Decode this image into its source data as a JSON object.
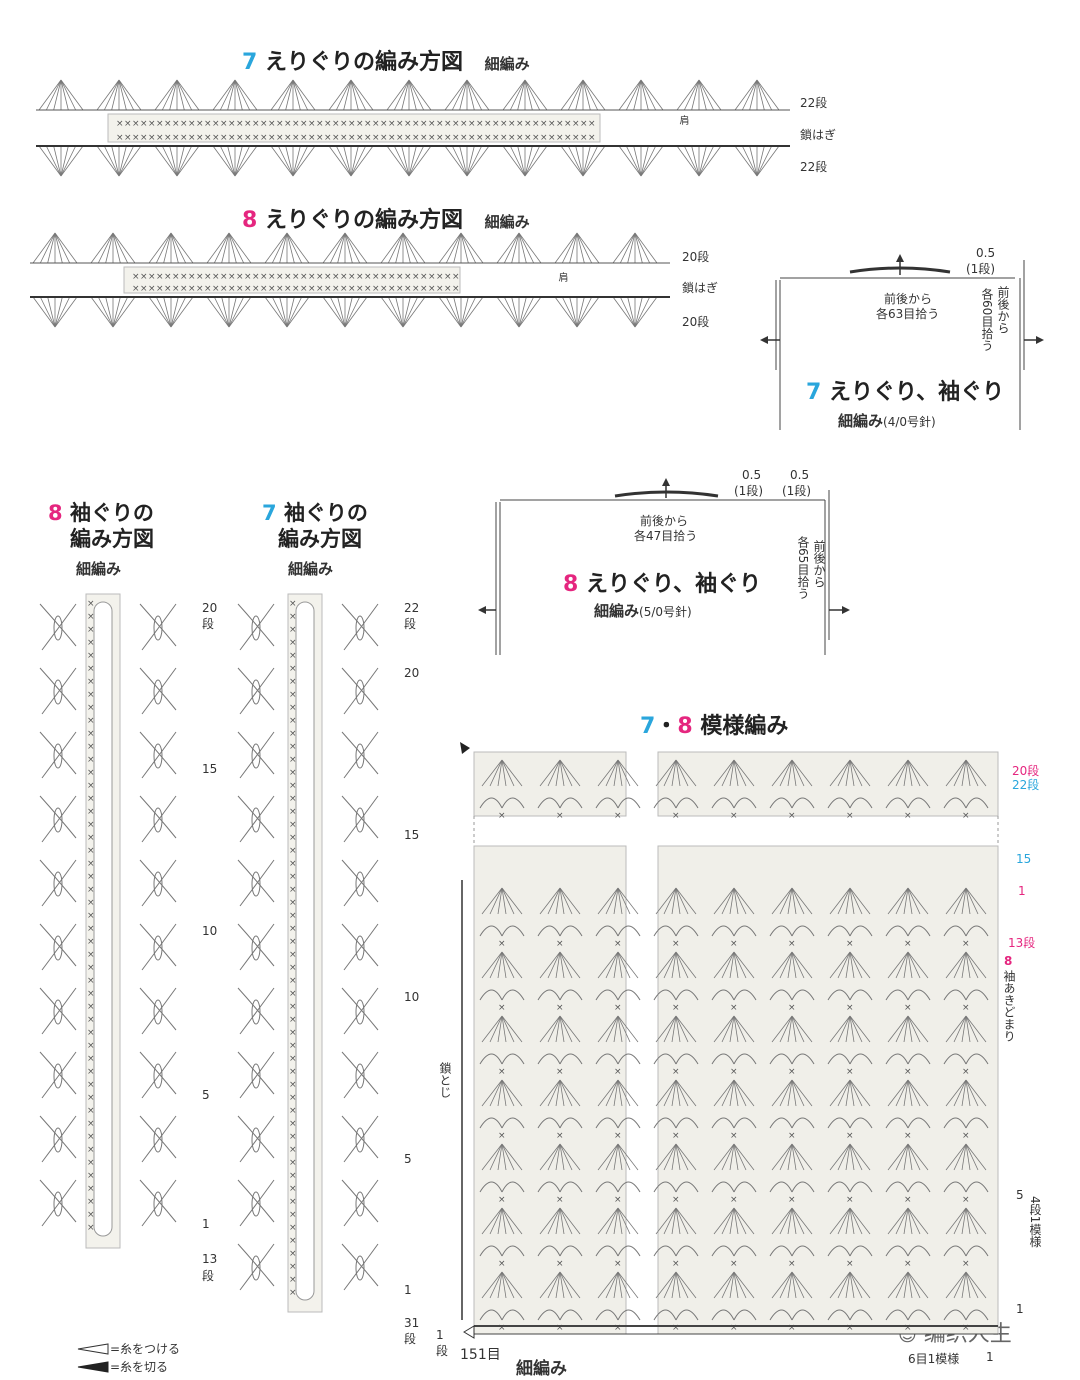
{
  "neck7": {
    "num": "7",
    "title": "えりぐりの編み方図",
    "sub": "細編み",
    "row_top": "22段",
    "row_bottom": "22段",
    "chain_join": "鎖はぎ",
    "shoulder": "肩"
  },
  "neck8": {
    "num": "8",
    "title": "えりぐりの編み方図",
    "sub": "細編み",
    "row_top": "20段",
    "row_bottom": "20段",
    "chain_join": "鎖はぎ",
    "shoulder": "肩"
  },
  "schem7": {
    "num": "7",
    "title": "えりぐり、袖ぐり",
    "sub": "細編み",
    "needle": "(4/0号針)",
    "front_back": "前後から",
    "pick": "各63目拾う",
    "side_a": "前後から",
    "side_b": "各60目拾う",
    "edge_val": "0.5",
    "edge_row": "(1段)"
  },
  "schem8": {
    "num": "8",
    "title": "えりぐり、袖ぐり",
    "sub": "細編み",
    "needle": "(5/0号針)",
    "front_back": "前後から",
    "pick": "各47目拾う",
    "side_a": "前後から",
    "side_b": "各65目拾う",
    "edge_val1": "0.5",
    "edge_row1": "(1段)",
    "edge_val2": "0.5",
    "edge_row2": "(1段)"
  },
  "arm8": {
    "num": "8",
    "title1": "袖ぐりの",
    "title2": "編み方図",
    "sub": "細編み",
    "rows": [
      "20",
      "段",
      "15",
      "10",
      "5",
      "1",
      "13",
      "段"
    ],
    "start": "1段"
  },
  "arm7": {
    "num": "7",
    "title1": "袖ぐりの",
    "title2": "編み方図",
    "sub": "細編み",
    "rows": [
      "22",
      "段",
      "20",
      "15",
      "10",
      "5",
      "1",
      "31",
      "段"
    ],
    "start": "1段"
  },
  "pattern": {
    "num7": "7",
    "dot": "・",
    "num8": "8",
    "title": "模様編み",
    "r20": "20段",
    "r22": "22段",
    "r15": "15",
    "r1": "1",
    "r13": "13段",
    "sleeve8": "8",
    "sleeve_text": "袖あきどまり",
    "r5": "5",
    "r1b": "1",
    "repeat": "4段1模様",
    "chain_close": "鎖とじ",
    "bottom_row": "1",
    "bottom_dan": "段",
    "stitches": "151目",
    "sc": "細編み",
    "motif": "6目1模様",
    "motif_one": "1"
  },
  "legend": {
    "attach": "=糸をつける",
    "cut": "=糸を切る"
  },
  "watermark": "编织人生"
}
